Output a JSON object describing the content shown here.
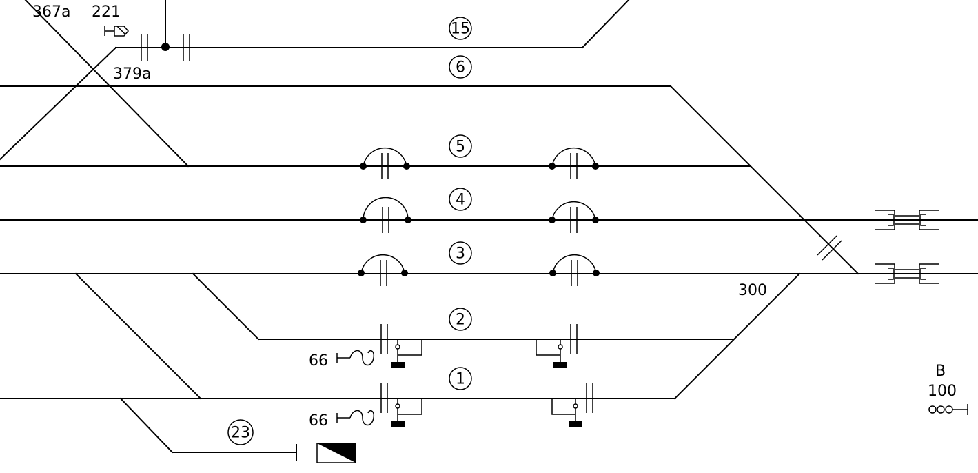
{
  "track_numbers": {
    "t15": "15",
    "t6": "6",
    "t5": "5",
    "t4": "4",
    "t3": "3",
    "t2": "2",
    "t1": "1",
    "t23": "23"
  },
  "labels": {
    "switch_367a": "367a",
    "signal_221": "221",
    "switch_379a": "379a",
    "switch_300": "300",
    "relay_66_upper": "66",
    "relay_66_lower": "66",
    "block_letter": "B",
    "block_number": "100"
  }
}
